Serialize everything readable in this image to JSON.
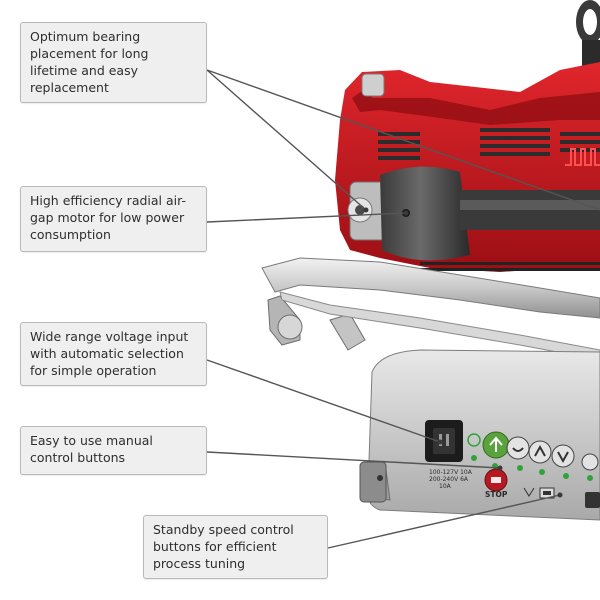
{
  "callouts": [
    {
      "text": "Optimum bearing placement for long lifetime and easy replacement"
    },
    {
      "text": "High efficiency radial air-gap motor for low power consumption"
    },
    {
      "text": "Wide range voltage input with automatic selection for simple operation"
    },
    {
      "text": "Easy to use manual control buttons"
    },
    {
      "text": "Standby speed control buttons for efficient process tuning"
    }
  ],
  "panel": {
    "voltage_line1": "100-127V 10A",
    "voltage_line2": "200-240V 6A",
    "voltage_line3": "10A",
    "stop_label": "STOP"
  },
  "colors": {
    "housing_red": "#c8161d",
    "callout_bg": "#efefef",
    "leader_line": "#555555",
    "start_button": "#5aa33c",
    "stop_button": "#b51a22",
    "indicator_green": "#2fa33a"
  }
}
